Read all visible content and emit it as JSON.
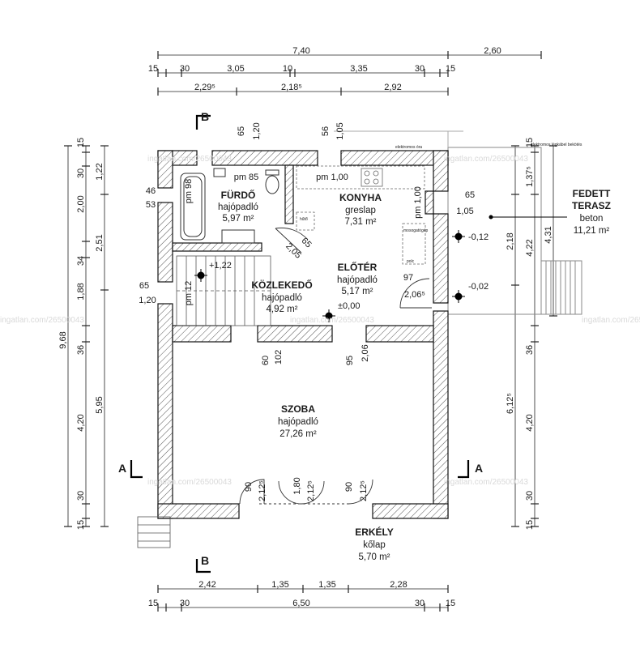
{
  "watermark": "ingatlan.com/26500043",
  "dims": {
    "top_row1": [
      "7,40",
      "2,60"
    ],
    "top_row2": [
      "15",
      "30",
      "3,05",
      "10",
      "3,35",
      "30",
      "15"
    ],
    "top_row3": [
      "2,29⁵",
      "2,18⁵",
      "2,92"
    ],
    "bottom_row1": [
      "2,42",
      "1,35",
      "1,35",
      "2,28"
    ],
    "bottom_row2": [
      "15",
      "30",
      "6,50",
      "30",
      "15"
    ],
    "left_total": "9,68",
    "left_outer": [
      "15",
      "30",
      "2,00",
      "34",
      "1,88",
      "36",
      "4,20",
      "30",
      "15"
    ],
    "left_inner": [
      "1,22",
      "2,51",
      "5,95"
    ],
    "right_outer": [
      "15",
      "1,37⁵",
      "4,22",
      "36",
      "4,20",
      "30",
      "15"
    ],
    "right_mid": [
      "2,18",
      "6,12⁵"
    ],
    "right_far": [
      "4,31"
    ],
    "openings": {
      "bath_top_v": [
        "65",
        "1,20"
      ],
      "kitchen_top_v": [
        "56",
        "1,05"
      ],
      "bath_left": [
        "46",
        "53"
      ],
      "hall_left": [
        "65",
        "1,20"
      ],
      "kitchen_right": [
        "65",
        "1,05"
      ],
      "hall_door": [
        "97",
        "2,06⁵"
      ],
      "room_door1": [
        "60",
        "102"
      ],
      "room_door2": [
        "95",
        "2,06"
      ],
      "bottom_door1": [
        "90",
        "2,12⁵"
      ],
      "bottom_door2": [
        "1,80",
        "2,12⁵"
      ],
      "bottom_door3": [
        "90",
        "2,12⁵"
      ],
      "diag": [
        "65",
        "2,05"
      ]
    },
    "sill": {
      "bath_pm85": "pm 85",
      "bath_pm98": "pm 98",
      "kitchen_pm100": "pm 1,00",
      "kitchen_pm100_v": "pm 1,00",
      "hall_pm12": "pm 12"
    }
  },
  "levels": {
    "stair": "+1,22",
    "hall": "±0,00",
    "terrace_top": "-0,12",
    "terrace_bottom": "-0,02"
  },
  "rooms": [
    {
      "name": "FÜRDŐ",
      "floor": "hajópadló",
      "area": "5,97 m²"
    },
    {
      "name": "KONYHA",
      "floor": "greslap",
      "area": "7,31 m²"
    },
    {
      "name": "ELŐTÉR",
      "floor": "hajópadló",
      "area": "5,17 m²"
    },
    {
      "name": "KÖZLEKEDŐ",
      "floor": "hajópadló",
      "area": "4,92 m²"
    },
    {
      "name": "SZOBA",
      "floor": "hajópadló",
      "area": "27,26 m²"
    },
    {
      "name": "ERKÉLY",
      "floor": "kőlap",
      "area": "5,70 m²"
    },
    {
      "name": "FEDETT",
      "name2": "TERASZ",
      "floor": "beton",
      "area": "11,21 m²"
    }
  ],
  "sections": {
    "a": "A",
    "b": "B"
  },
  "notes": {
    "meter": "elektromos óra",
    "cable": "elektromos légkábel bekötés",
    "fridge": "hűtő",
    "dishwasher": "mosogatógép",
    "shelf": "polc"
  }
}
